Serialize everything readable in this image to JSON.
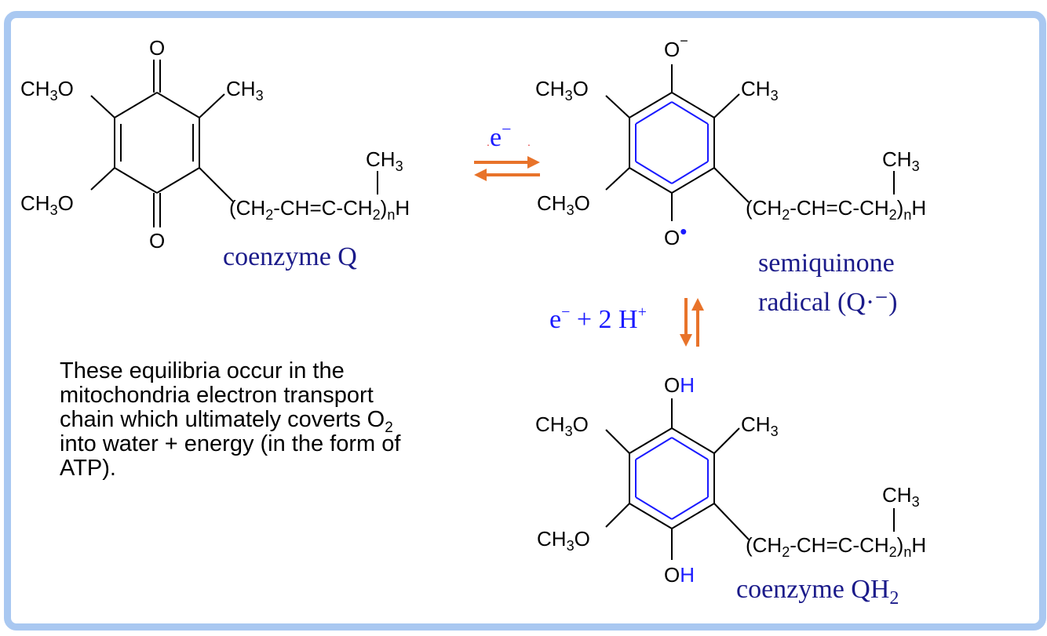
{
  "frame": {
    "border_color": "#a9c8f1"
  },
  "colors": {
    "bond": "#000000",
    "aromatic_bond": "#1a1aff",
    "arrow": "#e8732a",
    "label": "#1b1b8a",
    "electron_label": "#1a1aff"
  },
  "molecules": {
    "coenzyme_q": {
      "name": "coenzyme Q",
      "top_o": "O",
      "bottom_o": "O",
      "methoxy_top": "CH",
      "methoxy_bottom": "CH",
      "methyl": "CH",
      "chain_methyl": "CH",
      "chain_left": "(CH",
      "chain_mid": "-CH=C-CH",
      "chain_end": "H"
    },
    "semiquinone": {
      "name_line1": "semiquinone",
      "name_line2": "radical (Q·⁻)",
      "top_o": "O",
      "top_charge": "−",
      "bottom_o": "O",
      "bottom_dot": "•"
    },
    "coenzyme_qh2": {
      "name": "coenzyme QH",
      "name_sub": "2",
      "top_o": "O",
      "top_h": "H",
      "bottom_o": "O",
      "bottom_h": "H"
    }
  },
  "common": {
    "sub_3": "3",
    "sub_2": "2",
    "sub_n": "n",
    "methoxy_o": "O"
  },
  "arrows": {
    "horizontal_label": "e",
    "horizontal_charge": "−",
    "vertical_label": "e",
    "vertical_charge": "−",
    "vertical_rest": " + 2 H",
    "vertical_plus": "+"
  },
  "note": {
    "line1": "These equilibria occur in the",
    "line2": "mitochondria electron transport",
    "line3a": "chain which ultimately coverts O",
    "line3_sub": "2",
    "line4": "into water + energy (in the form of",
    "line5": "ATP)."
  }
}
